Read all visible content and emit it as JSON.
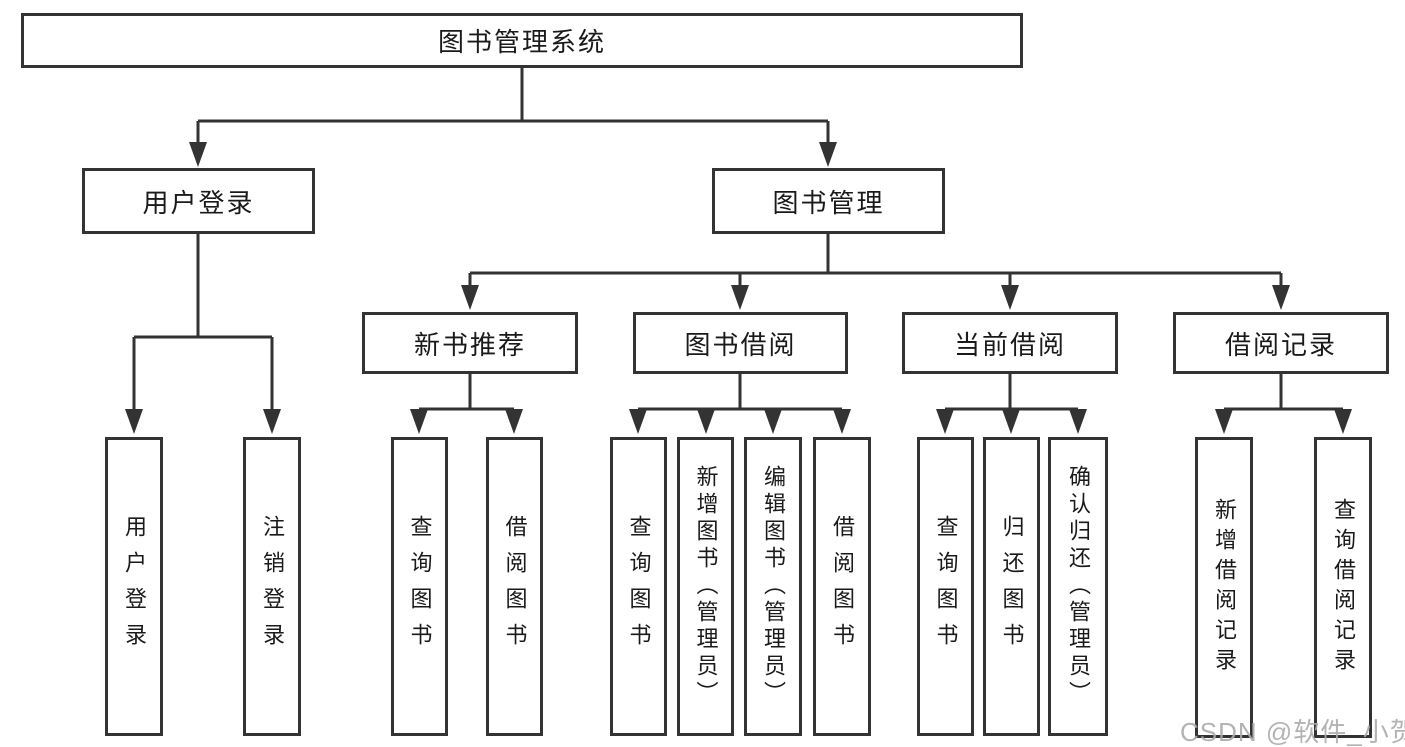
{
  "diagram": {
    "title": "图书管理系统",
    "type": "hierarchy-tree",
    "watermark": "CSDN @软件_小贺同学",
    "colors": {
      "line": "#333333",
      "border": "#333333",
      "text": "#1a1a1a",
      "background": "#ffffff",
      "watermark": "#ababab"
    }
  },
  "nodes": {
    "root": {
      "label": "图书管理系统"
    },
    "level2": [
      {
        "label": "用户登录",
        "parent": "图书管理系统"
      },
      {
        "label": "图书管理",
        "parent": "图书管理系统"
      }
    ],
    "level3": [
      {
        "label": "新书推荐",
        "parent": "图书管理"
      },
      {
        "label": "图书借阅",
        "parent": "图书管理"
      },
      {
        "label": "当前借阅",
        "parent": "图书管理"
      },
      {
        "label": "借阅记录",
        "parent": "图书管理"
      }
    ],
    "leaves": [
      {
        "label": "用户登录",
        "parent": "用户登录"
      },
      {
        "label": "注销登录",
        "parent": "用户登录"
      },
      {
        "label": "查询图书",
        "parent": "新书推荐"
      },
      {
        "label": "借阅图书",
        "parent": "新书推荐"
      },
      {
        "label": "查询图书",
        "parent": "图书借阅"
      },
      {
        "label": "新增图书（管理员）",
        "parent": "图书借阅"
      },
      {
        "label": "编辑图书（管理员）",
        "parent": "图书借阅"
      },
      {
        "label": "借阅图书",
        "parent": "图书借阅"
      },
      {
        "label": "查询图书",
        "parent": "当前借阅"
      },
      {
        "label": "归还图书",
        "parent": "当前借阅"
      },
      {
        "label": "确认归还（管理员）",
        "parent": "当前借阅"
      },
      {
        "label": "新增借阅记录",
        "parent": "借阅记录"
      },
      {
        "label": "查询借阅记录",
        "parent": "借阅记录"
      }
    ]
  }
}
